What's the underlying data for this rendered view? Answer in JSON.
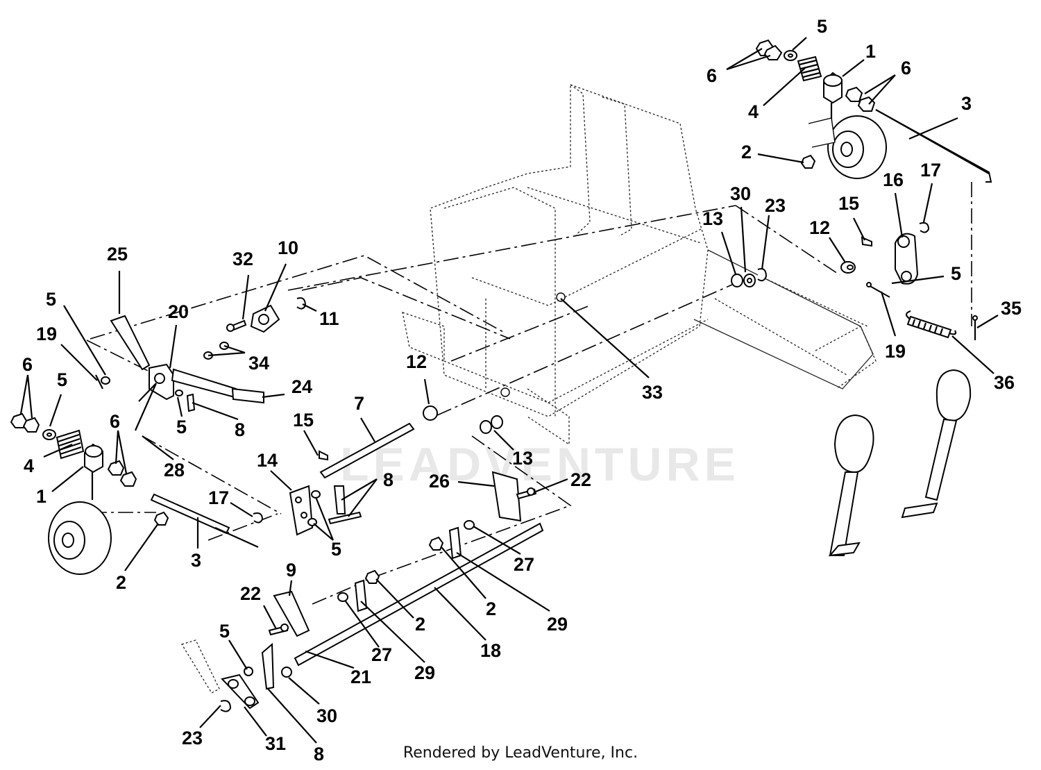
{
  "watermark": "LEADVENTURE",
  "footer": "Rendered by LeadVenture, Inc.",
  "callouts": [
    {
      "id": "c-6a",
      "label": "6"
    },
    {
      "id": "c-5a",
      "label": "5"
    },
    {
      "id": "c-1a",
      "label": "1"
    },
    {
      "id": "c-6b",
      "label": "6"
    },
    {
      "id": "c-4a",
      "label": "4"
    },
    {
      "id": "c-3a",
      "label": "3"
    },
    {
      "id": "c-2a",
      "label": "2"
    },
    {
      "id": "c-30a",
      "label": "30"
    },
    {
      "id": "c-23a",
      "label": "23"
    },
    {
      "id": "c-13a",
      "label": "13"
    },
    {
      "id": "c-15a",
      "label": "15"
    },
    {
      "id": "c-16",
      "label": "16"
    },
    {
      "id": "c-17a",
      "label": "17"
    },
    {
      "id": "c-12a",
      "label": "12"
    },
    {
      "id": "c-5b",
      "label": "5"
    },
    {
      "id": "c-35",
      "label": "35"
    },
    {
      "id": "c-19a",
      "label": "19"
    },
    {
      "id": "c-36",
      "label": "36"
    },
    {
      "id": "c-25",
      "label": "25"
    },
    {
      "id": "c-32",
      "label": "32"
    },
    {
      "id": "c-10",
      "label": "10"
    },
    {
      "id": "c-11",
      "label": "11"
    },
    {
      "id": "c-5c",
      "label": "5"
    },
    {
      "id": "c-20",
      "label": "20"
    },
    {
      "id": "c-19b",
      "label": "19"
    },
    {
      "id": "c-34",
      "label": "34"
    },
    {
      "id": "c-33",
      "label": "33"
    },
    {
      "id": "c-6c",
      "label": "6"
    },
    {
      "id": "c-5d",
      "label": "5"
    },
    {
      "id": "c-24",
      "label": "24"
    },
    {
      "id": "c-12b",
      "label": "12"
    },
    {
      "id": "c-5e",
      "label": "5"
    },
    {
      "id": "c-8a",
      "label": "8"
    },
    {
      "id": "c-15b",
      "label": "15"
    },
    {
      "id": "c-7",
      "label": "7"
    },
    {
      "id": "c-13b",
      "label": "13"
    },
    {
      "id": "c-4b",
      "label": "4"
    },
    {
      "id": "c-6d",
      "label": "6"
    },
    {
      "id": "c-28",
      "label": "28"
    },
    {
      "id": "c-14",
      "label": "14"
    },
    {
      "id": "c-8b",
      "label": "8"
    },
    {
      "id": "c-1b",
      "label": "1"
    },
    {
      "id": "c-26",
      "label": "26"
    },
    {
      "id": "c-22a",
      "label": "22"
    },
    {
      "id": "c-17b",
      "label": "17"
    },
    {
      "id": "c-5f",
      "label": "5"
    },
    {
      "id": "c-3b",
      "label": "3"
    },
    {
      "id": "c-27a",
      "label": "27"
    },
    {
      "id": "c-2b",
      "label": "2"
    },
    {
      "id": "c-2c",
      "label": "2"
    },
    {
      "id": "c-9",
      "label": "9"
    },
    {
      "id": "c-29a",
      "label": "29"
    },
    {
      "id": "c-22b",
      "label": "22"
    },
    {
      "id": "c-2d",
      "label": "2"
    },
    {
      "id": "c-18",
      "label": "18"
    },
    {
      "id": "c-5g",
      "label": "5"
    },
    {
      "id": "c-27b",
      "label": "27"
    },
    {
      "id": "c-21",
      "label": "21"
    },
    {
      "id": "c-29b",
      "label": "29"
    },
    {
      "id": "c-30b",
      "label": "30"
    },
    {
      "id": "c-23b",
      "label": "23"
    },
    {
      "id": "c-31",
      "label": "31"
    },
    {
      "id": "c-8c",
      "label": "8"
    }
  ]
}
